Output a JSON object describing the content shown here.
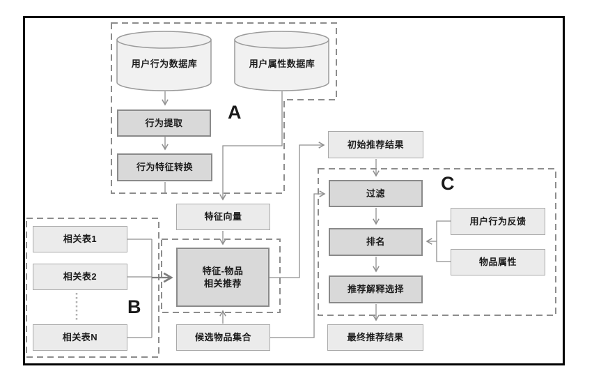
{
  "diagram": {
    "title_none": "",
    "groups": {
      "a": "A",
      "b": "B",
      "c": "C"
    },
    "nodes": {
      "user_behavior_db": "用户行为数据库",
      "user_attribute_db": "用户属性数据库",
      "behavior_extraction": "行为提取",
      "behavior_feature_conversion": "行为特征转换",
      "feature_vector": "特征向量",
      "related_table_1": "相关表1",
      "related_table_2": "相关表2",
      "related_table_n": "相关表N",
      "feature_item_rec_line1": "特征-物品",
      "feature_item_rec_line2": "相关推荐",
      "initial_results": "初始推荐结果",
      "filter": "过滤",
      "ranking": "排名",
      "explanation_selection": "推荐解释选择",
      "user_feedback": "用户行为反馈",
      "item_attributes": "物品属性",
      "candidate_items": "候选物品集合",
      "final_results": "最终推荐结果"
    },
    "colors": {
      "light_box_fill": "#ebebeb",
      "dark_box_fill": "#d9d9d9",
      "box_border": "#8a8a8a",
      "dashed_border": "#8c8c8c",
      "connector": "#8f8f8f",
      "frame": "#000000",
      "text": "#1c1c1c"
    }
  }
}
